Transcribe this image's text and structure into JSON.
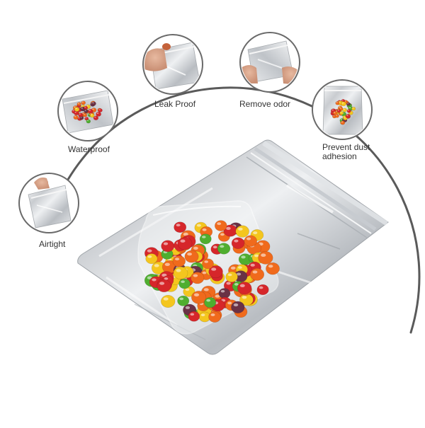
{
  "features": [
    {
      "id": "airtight",
      "label": "Airtight",
      "icon": "hand-opening-bag"
    },
    {
      "id": "waterproof",
      "label": "Waterproof",
      "icon": "bag-with-candies"
    },
    {
      "id": "leak-proof",
      "label": "Leak Proof",
      "icon": "hand-holding-bag"
    },
    {
      "id": "remove-odor",
      "label": "Remove odor",
      "icon": "hand-holding-bag"
    },
    {
      "id": "prevent-dust",
      "label_lines": [
        "Prevent dust",
        "adhesion"
      ],
      "icon": "bag-with-candies"
    }
  ],
  "product": {
    "name": "mylar-ziplock-bag",
    "contents": "candies",
    "colors": {
      "foil": "#d8dadd",
      "red": "#d6262a",
      "orange": "#f06a1c",
      "yellow": "#f4c61e",
      "green": "#4fae2f",
      "purple": "#6a3145",
      "arc": "#5a5a5a"
    }
  }
}
